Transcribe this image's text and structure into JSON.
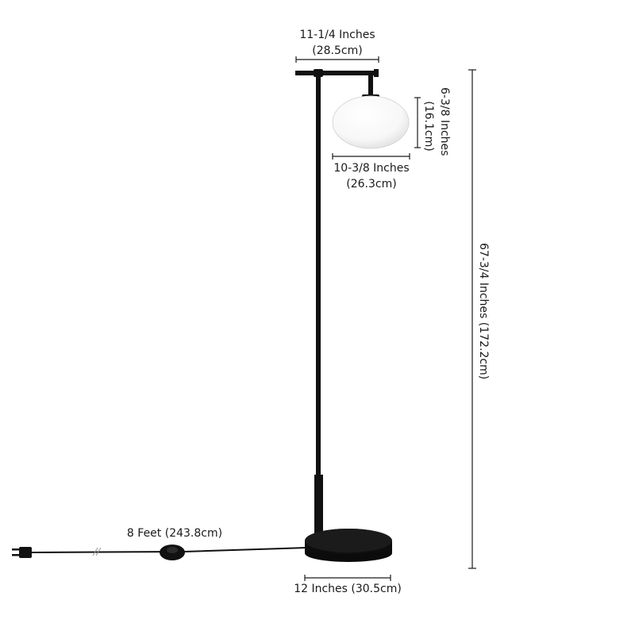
{
  "colors": {
    "lamp_metal": "#111111",
    "shade_glass": "#ffffff",
    "dimension_line": "#1a1a1a",
    "background": "#ffffff"
  },
  "dimensions": {
    "arm_width_in": "11-1/4 Inches",
    "arm_width_cm": "(28.5cm)",
    "shade_height_in": "6-3/8 Inches",
    "shade_height_cm": "(16.1cm)",
    "shade_width_in": "10-3/8 Inches",
    "shade_width_cm": "(26.3cm)",
    "total_height": "67-3/4 Inches (172.2cm)",
    "cord_length": "8 Feet (243.8cm)",
    "base_width": "12 Inches (30.5cm)"
  }
}
